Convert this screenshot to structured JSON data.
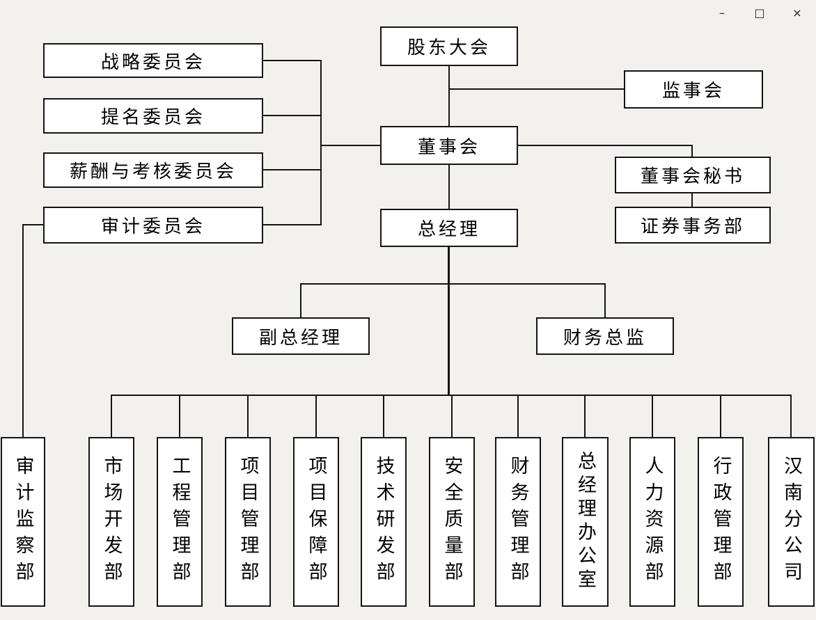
{
  "window": {
    "controls": {
      "minimize": "–",
      "maximize": "□",
      "close": "×"
    }
  },
  "colors": {
    "background": "#f2f1ee",
    "node_fill": "#ffffff",
    "node_border": "#141414",
    "connector": "#141414"
  },
  "org": {
    "shareholders": "股东大会",
    "supervisory": "监事会",
    "board": "董事会",
    "board_secretary": "董事会秘书",
    "securities_dept": "证券事务部",
    "general_manager": "总经理",
    "deputy_general_manager": "副总经理",
    "finance_director": "财务总监",
    "committees": [
      "战略委员会",
      "提名委员会",
      "薪酬与考核委员会",
      "审计委员会"
    ],
    "departments": [
      "审计监察部",
      "市场开发部",
      "工程管理部",
      "项目管理部",
      "项目保障部",
      "技术研发部",
      "安全质量部",
      "财务管理部",
      "总经理办公室",
      "人力资源部",
      "行政管理部",
      "汉南分公司"
    ]
  }
}
